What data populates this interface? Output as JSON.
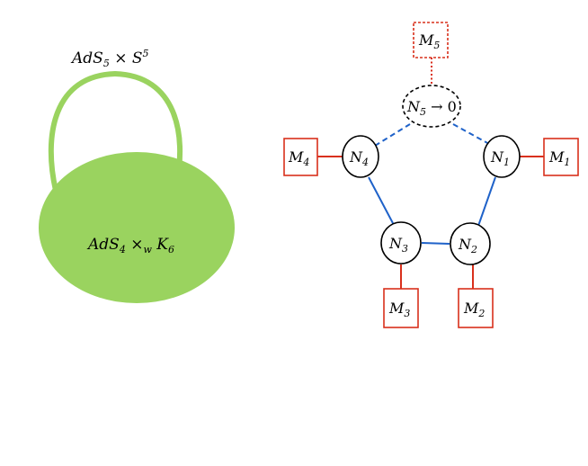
{
  "left_figure": {
    "loop_label": {
      "base": "AdS",
      "sub": "5",
      "op": " × ",
      "base2": "S",
      "sup": "5"
    },
    "blob_label": {
      "base": "AdS",
      "sub": "4",
      "op": " ×",
      "opsub": "w",
      "base2": " K",
      "sub2": "6"
    },
    "color": "#9ad35f"
  },
  "quiver": {
    "edge_color": "#1f62c9",
    "flavor_color": "#d9301c",
    "node_top": {
      "base": "N",
      "sub": "5",
      "tail": " → 0"
    },
    "nodes": [
      {
        "base": "N",
        "sub": "1"
      },
      {
        "base": "N",
        "sub": "2"
      },
      {
        "base": "N",
        "sub": "3"
      },
      {
        "base": "N",
        "sub": "4"
      }
    ],
    "flavors": [
      {
        "base": "M",
        "sub": "1"
      },
      {
        "base": "M",
        "sub": "2"
      },
      {
        "base": "M",
        "sub": "3"
      },
      {
        "base": "M",
        "sub": "4"
      },
      {
        "base": "M",
        "sub": "5"
      }
    ]
  }
}
